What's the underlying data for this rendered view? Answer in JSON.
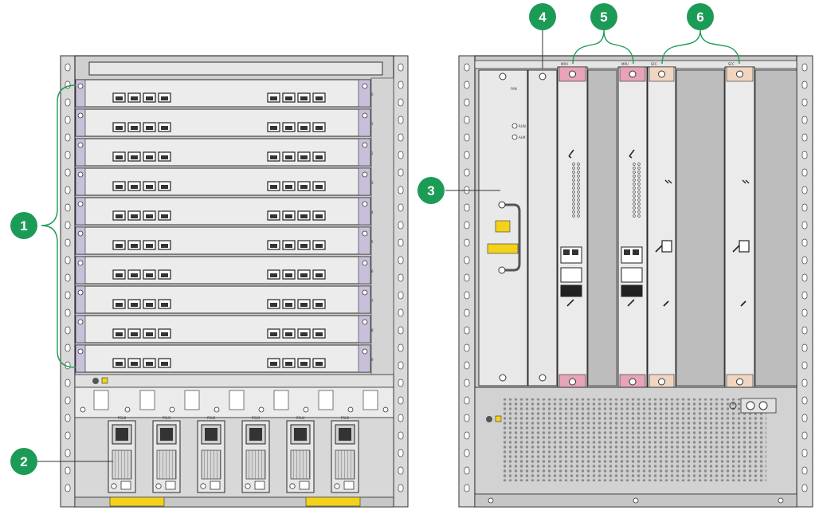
{
  "callouts": [
    {
      "id": "1",
      "label": "1"
    },
    {
      "id": "2",
      "label": "2"
    },
    {
      "id": "3",
      "label": "3"
    },
    {
      "id": "4",
      "label": "4"
    },
    {
      "id": "5",
      "label": "5"
    },
    {
      "id": "6",
      "label": "6"
    }
  ],
  "colors": {
    "callout": "#1c9b57",
    "chassis": "#c9c9c9",
    "card_face": "#ececec",
    "card_tab": "#c8c0da",
    "mpu_tab": "#e7a4b6",
    "sfc_tab": "#f0d5c0",
    "warning_yellow": "#f2d21b",
    "outline": "#2a2a2a"
  },
  "front_chassis": {
    "line_card_count": 10,
    "line_card_slot_numbers": [
      "0",
      "1",
      "2",
      "3",
      "4",
      "5",
      "6",
      "7",
      "8",
      "9"
    ],
    "power_module_count": 6,
    "power_module_labels": [
      "PSU0",
      "PSU1",
      "PSU2",
      "PSU3",
      "PSU4",
      "PSU5"
    ]
  },
  "rear_chassis": {
    "fan_module_label": "FAN",
    "fan_leds": [
      "RUN",
      "ALM"
    ],
    "slot_labels": [
      "MPU",
      "MPU",
      "SFC",
      "SFC"
    ]
  }
}
